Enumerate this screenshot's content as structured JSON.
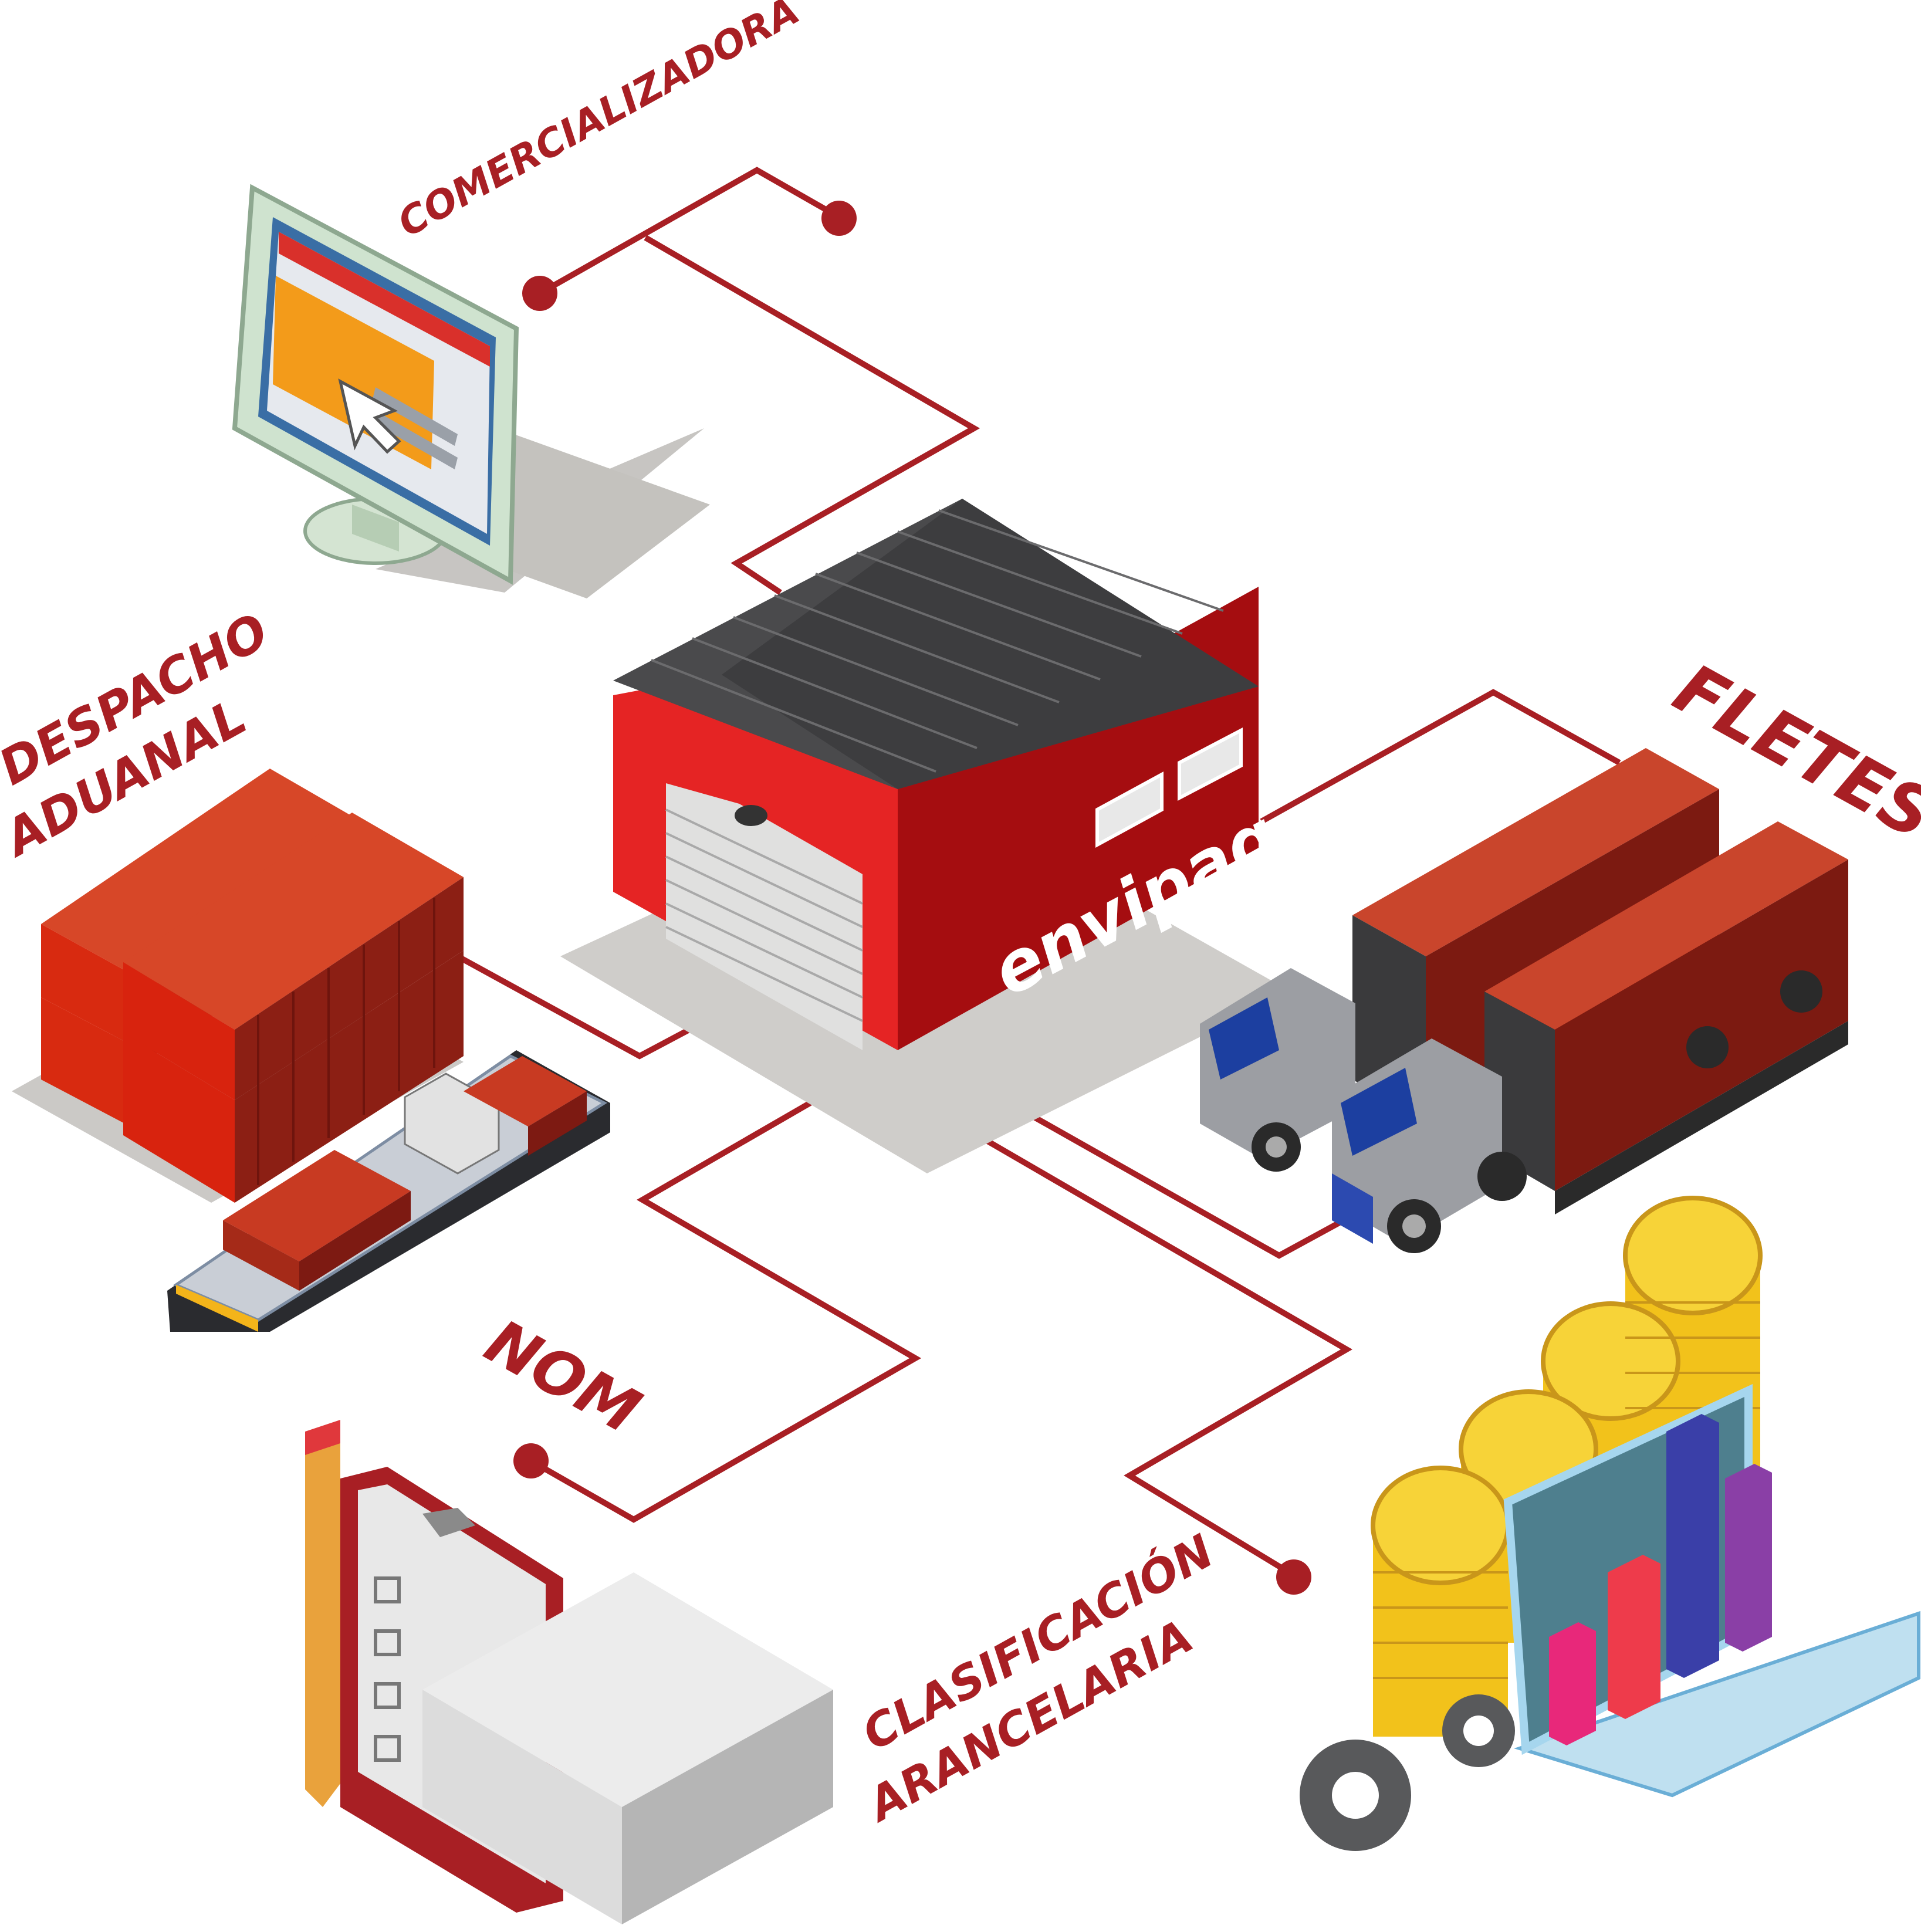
{
  "brand": {
    "name": "envipaq"
  },
  "labels": {
    "comercializadora": "COMERCIALIZADORA",
    "despacho_line1": "DESPACHO",
    "despacho_line2": "ADUANAL",
    "fletes": "FLETES",
    "nom": "NOM",
    "clasificacion_line1": "CLASIFICACIÓN",
    "clasificacion_line2": "ARANCELARIA"
  },
  "colors": {
    "line": "#a81f24",
    "warehouse_red": "#e52424",
    "warehouse_dark": "#a50d10",
    "roof": "#4a4a4c",
    "container": "#c8321f",
    "coin": "#f2c21b"
  },
  "icons": [
    "monitor-icon",
    "containers-icon",
    "cargo-ship-icon",
    "warehouse-icon",
    "truck-icon",
    "coins-icon",
    "laptop-chart-icon",
    "gears-icon",
    "clipboard-icon",
    "pencil-icon",
    "box-icon"
  ]
}
